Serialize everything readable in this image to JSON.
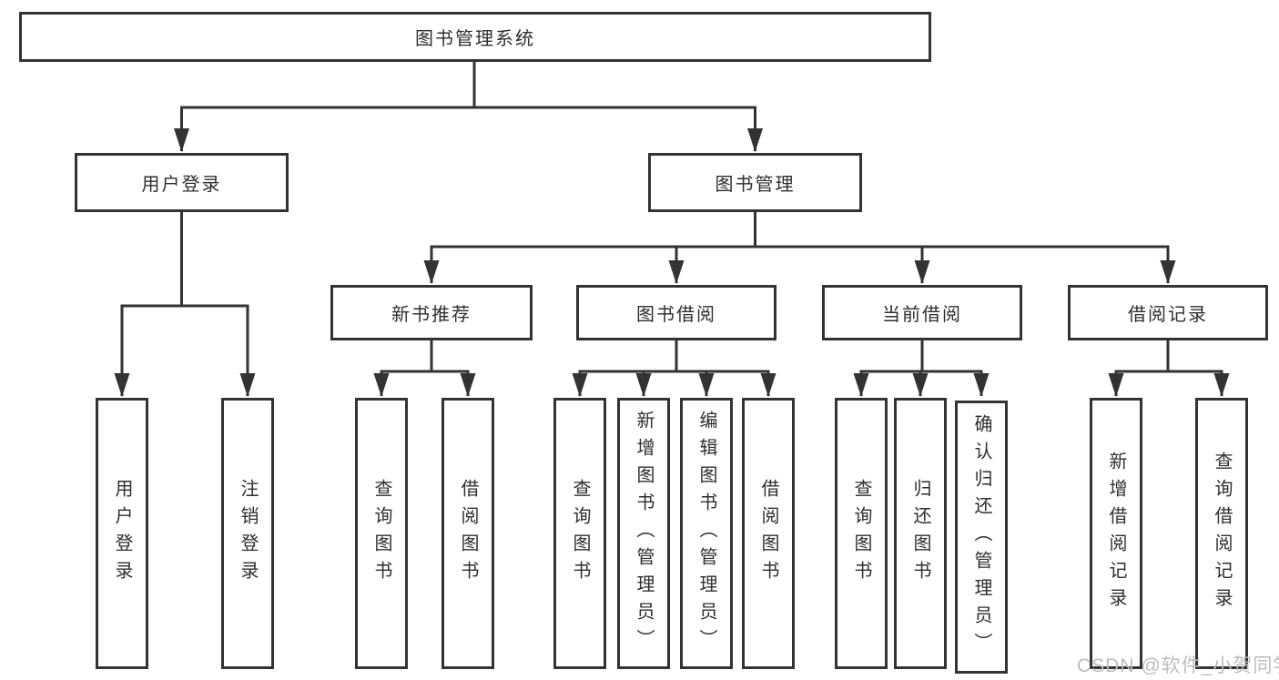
{
  "diagram": {
    "root": {
      "label": "图书管理系统"
    },
    "branches": [
      {
        "label": "用户登录",
        "children": [
          {
            "label": "用户登录"
          },
          {
            "label": "注销登录"
          }
        ]
      },
      {
        "label": "图书管理",
        "children": [
          {
            "label": "新书推荐",
            "children": [
              {
                "label": "查询图书"
              },
              {
                "label": "借阅图书"
              }
            ]
          },
          {
            "label": "图书借阅",
            "children": [
              {
                "label": "查询图书"
              },
              {
                "label": "新增图书（管理员）"
              },
              {
                "label": "编辑图书（管理员）"
              },
              {
                "label": "借阅图书"
              }
            ]
          },
          {
            "label": "当前借阅",
            "children": [
              {
                "label": "查询图书"
              },
              {
                "label": "归还图书"
              },
              {
                "label": "确认归还（管理员）"
              }
            ]
          },
          {
            "label": "借阅记录",
            "children": [
              {
                "label": "新增借阅记录"
              },
              {
                "label": "查询借阅记录"
              }
            ]
          }
        ]
      }
    ]
  },
  "watermark": {
    "text": "CSDN @软件_小贺同学"
  },
  "colors": {
    "line": "#333333",
    "box_border": "#333333",
    "box_fill": "#ffffff",
    "text": "#2e2e2e",
    "watermark": "#bcbcbc",
    "background": "#ffffff"
  }
}
